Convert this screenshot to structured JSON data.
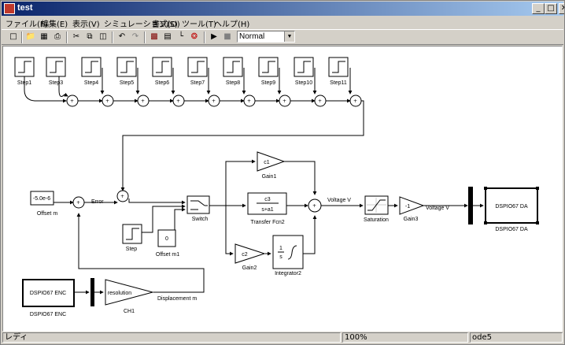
{
  "window": {
    "title": "test",
    "buttons": {
      "minimize": "_",
      "maximize": "□",
      "close": "✕"
    }
  },
  "menu": [
    "ファイル(F)",
    "編集(E)",
    "表示(V)",
    "シミュレーション(S)",
    "書式(O)",
    "ツール(T)",
    "ヘルプ(H)"
  ],
  "toolbar": {
    "mode_value": "Normal"
  },
  "blocks": {
    "steps": [
      "Step1",
      "Step3",
      "Step4",
      "Step5",
      "Step6",
      "Step7",
      "Step8",
      "Step9",
      "Step10",
      "Step11"
    ],
    "offset_m_value": "-5.0e-6",
    "offset_m_label": "Offset  m",
    "error_label": "Error",
    "step_label": "Step",
    "offset_m1_value": "0",
    "offset_m1_label": "Offset  m1",
    "switch_label": "Switch",
    "gain1_value": "c1",
    "gain1_label": "Gain1",
    "tf_num": "c3",
    "tf_den": "s+a1",
    "tf_label": "Transfer Fcn2",
    "gain2_value": "c2",
    "gain2_label": "Gain2",
    "integ_num": "1",
    "integ_den": "s",
    "integ_label": "Integrator2",
    "voltage_v_label_1": "Voltage   V",
    "saturation_label": "Saturation",
    "gain3_value": "-1",
    "gain3_label": "Gain3",
    "voltage_v_label_2": "Voltage   V",
    "da_block_text": "DSPIO67 DA",
    "da_label": "DSPIO67 DA",
    "enc_block_text": "DSPIO67 ENC",
    "enc_label": "DSPIO67 ENC",
    "ch1_value": "resolution",
    "ch1_label": "CH1",
    "displacement_label": "Displacement   m"
  },
  "status": {
    "ready": "レディ",
    "zoom": "100%",
    "solver": "ode5"
  }
}
